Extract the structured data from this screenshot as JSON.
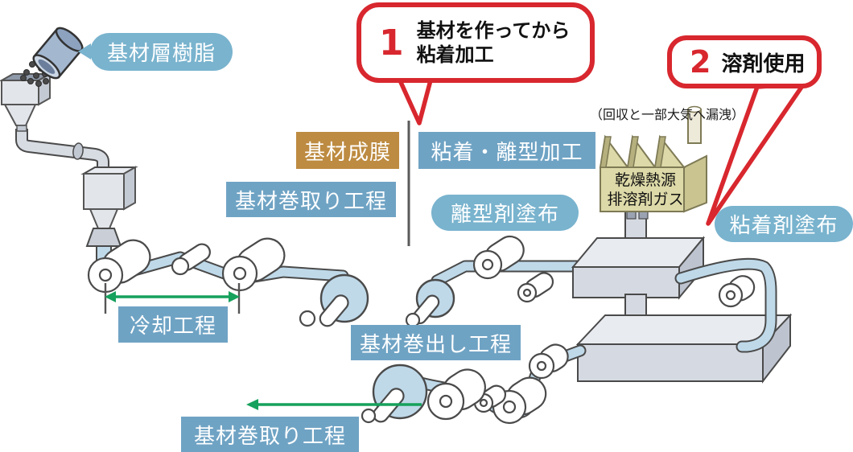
{
  "callout1": {
    "number": "1",
    "line1": "基材を作ってから",
    "line2": "粘着加工"
  },
  "callout2": {
    "number": "2",
    "text": "溶剤使用"
  },
  "labels": {
    "base_layer_resin": "基材層樹脂",
    "base_film_forming": "基材成膜",
    "adhesive_release_processing": "粘着・離型加工",
    "base_winding_top": "基材巻取り工程",
    "release_agent_coating": "離型剤塗布",
    "recovery_note": "（回収と一部大気へ漏洩）",
    "dryer_line1": "乾燥熱源",
    "dryer_line2": "排溶剤ガス",
    "adhesive_coating": "粘着剤塗布",
    "cooling_process": "冷却工程",
    "base_unwinding": "基材巻出し工程",
    "base_winding_bottom": "基材巻取り工程"
  },
  "colors": {
    "accent_red": "#d8272e",
    "label_blue": "#6fa3c4",
    "pill_blue": "#79b3ce",
    "gold": "#bd8b41",
    "film_blue": "#bfd9e9",
    "green_arrow": "#16a15c"
  }
}
